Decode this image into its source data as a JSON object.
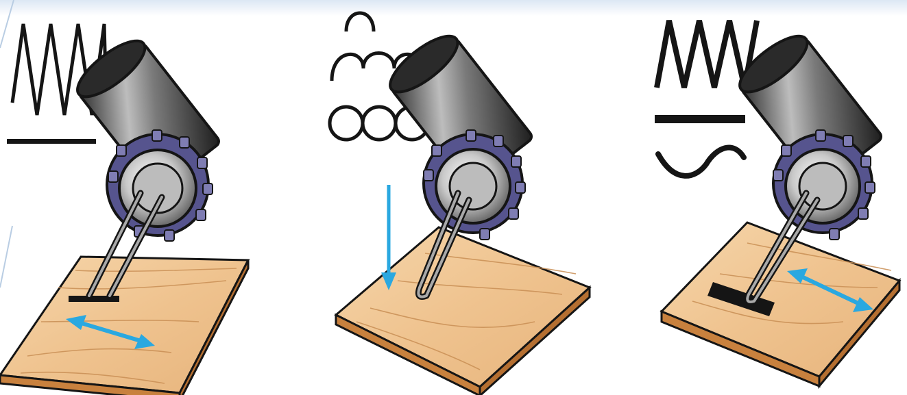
{
  "colors": {
    "background": "#ffffff",
    "page_bg": "#dfe9f5",
    "wood_light": "#f3cfa0",
    "wood_mid": "#e9b57c",
    "wood_edge": "#c8813e",
    "wood_grain": "#c98f55",
    "arrow_blue": "#2aa8e0",
    "ink": "#151515",
    "knurl": "#56548e",
    "metal_light": "#f1f1f1",
    "metal_dark": "#3a3a3a"
  },
  "panels": [
    {
      "tip_shape": "flat-blade-tip",
      "motion": "horizontal-stroke",
      "symbol": "zigzag-over-line"
    },
    {
      "tip_shape": "pointed-tip",
      "motion": "vertical-press",
      "symbol": "loops-and-circles"
    },
    {
      "tip_shape": "wide-flat-tip",
      "motion": "horizontal-stroke",
      "symbol": "zigzag-line-wave"
    }
  ],
  "icons": [
    "woodburning-pen-icon",
    "wood-board-icon",
    "double-arrow-icon",
    "down-arrow-icon",
    "zigzag-stroke-icon",
    "loop-stroke-icon",
    "wave-stroke-icon"
  ]
}
